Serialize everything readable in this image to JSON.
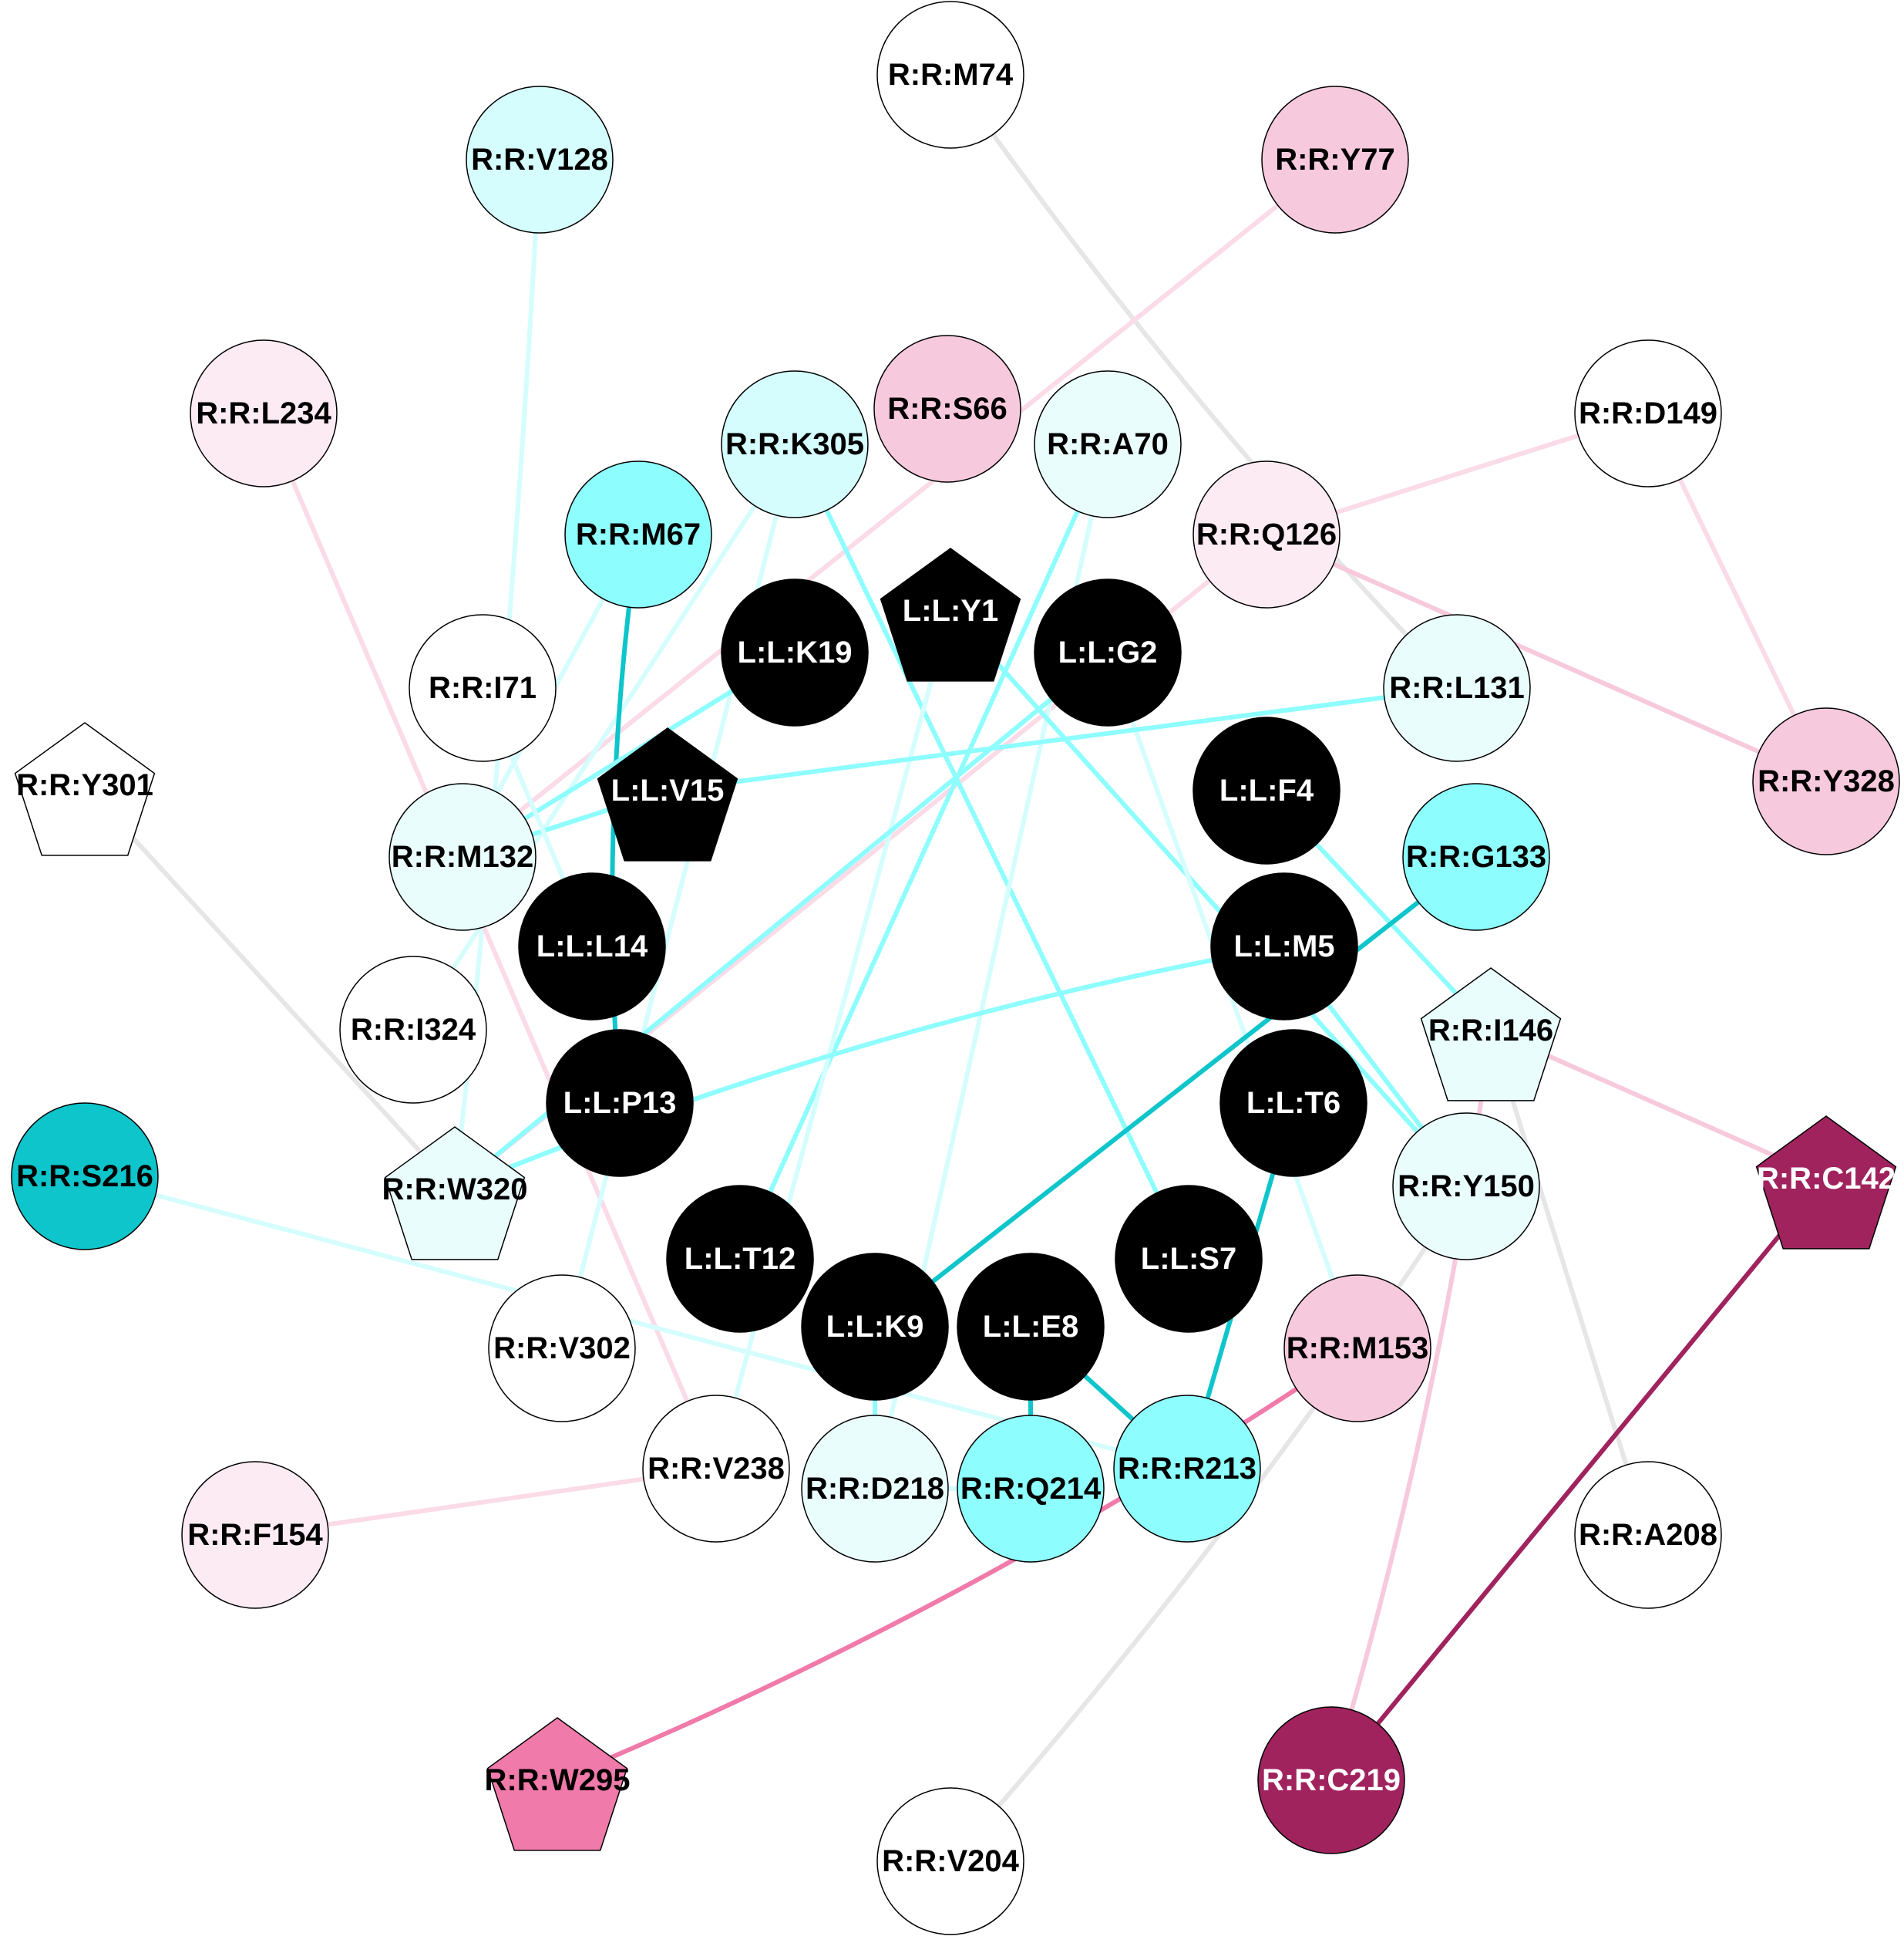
{
  "nodes": [
    {
      "id": "R:R:M74",
      "label": "R:R:M74",
      "shape": "circle",
      "fill": "#ffffff",
      "text": "#000000"
    },
    {
      "id": "R:R:Y77",
      "label": "R:R:Y77",
      "shape": "circle",
      "fill": "#f7c9dd",
      "text": "#000000"
    },
    {
      "id": "R:R:V128",
      "label": "R:R:V128",
      "shape": "circle",
      "fill": "#d5fdfd",
      "text": "#000000"
    },
    {
      "id": "R:R:L234",
      "label": "R:R:L234",
      "shape": "circle",
      "fill": "#fcebf2",
      "text": "#000000"
    },
    {
      "id": "R:R:D149",
      "label": "R:R:D149",
      "shape": "circle",
      "fill": "#ffffff",
      "text": "#000000"
    },
    {
      "id": "R:R:K305",
      "label": "R:R:K305",
      "shape": "circle",
      "fill": "#d5fdfd",
      "text": "#000000"
    },
    {
      "id": "R:R:S66",
      "label": "R:R:S66",
      "shape": "circle",
      "fill": "#f7c9dd",
      "text": "#000000"
    },
    {
      "id": "R:R:A70",
      "label": "R:R:A70",
      "shape": "circle",
      "fill": "#eafdfd",
      "text": "#000000"
    },
    {
      "id": "R:R:Q126",
      "label": "R:R:Q126",
      "shape": "circle",
      "fill": "#fcebf2",
      "text": "#000000"
    },
    {
      "id": "R:R:M67",
      "label": "R:R:M67",
      "shape": "circle",
      "fill": "#8efdfd",
      "text": "#000000"
    },
    {
      "id": "L:L:Y1",
      "label": "L:L:Y1",
      "shape": "pentagon",
      "fill": "#000000",
      "text": "#ffffff"
    },
    {
      "id": "L:L:K19",
      "label": "L:L:K19",
      "shape": "circle",
      "fill": "#000000",
      "text": "#ffffff"
    },
    {
      "id": "L:L:G2",
      "label": "L:L:G2",
      "shape": "circle",
      "fill": "#000000",
      "text": "#ffffff"
    },
    {
      "id": "R:R:I71",
      "label": "R:R:I71",
      "shape": "circle",
      "fill": "#ffffff",
      "text": "#000000"
    },
    {
      "id": "R:R:L131",
      "label": "R:R:L131",
      "shape": "circle",
      "fill": "#eafdfd",
      "text": "#000000"
    },
    {
      "id": "R:R:Y301",
      "label": "R:R:Y301",
      "shape": "pentagon",
      "fill": "#ffffff",
      "text": "#000000"
    },
    {
      "id": "L:L:V15",
      "label": "L:L:V15",
      "shape": "pentagon",
      "fill": "#000000",
      "text": "#ffffff"
    },
    {
      "id": "L:L:F4",
      "label": "L:L:F4",
      "shape": "circle",
      "fill": "#000000",
      "text": "#ffffff"
    },
    {
      "id": "R:R:Y328",
      "label": "R:R:Y328",
      "shape": "circle",
      "fill": "#f7c9dd",
      "text": "#000000"
    },
    {
      "id": "R:R:M132",
      "label": "R:R:M132",
      "shape": "circle",
      "fill": "#eafdfd",
      "text": "#000000"
    },
    {
      "id": "R:R:G133",
      "label": "R:R:G133",
      "shape": "circle",
      "fill": "#8efdfd",
      "text": "#000000"
    },
    {
      "id": "L:L:L14",
      "label": "L:L:L14",
      "shape": "circle",
      "fill": "#000000",
      "text": "#ffffff"
    },
    {
      "id": "L:L:M5",
      "label": "L:L:M5",
      "shape": "circle",
      "fill": "#000000",
      "text": "#ffffff"
    },
    {
      "id": "R:R:I324",
      "label": "R:R:I324",
      "shape": "circle",
      "fill": "#ffffff",
      "text": "#000000"
    },
    {
      "id": "R:R:I146",
      "label": "R:R:I146",
      "shape": "pentagon",
      "fill": "#eafdfd",
      "text": "#000000"
    },
    {
      "id": "L:L:P13",
      "label": "L:L:P13",
      "shape": "circle",
      "fill": "#000000",
      "text": "#ffffff"
    },
    {
      "id": "L:L:T6",
      "label": "L:L:T6",
      "shape": "circle",
      "fill": "#000000",
      "text": "#ffffff"
    },
    {
      "id": "R:R:S216",
      "label": "R:R:S216",
      "shape": "circle",
      "fill": "#0dc5cb",
      "text": "#000000"
    },
    {
      "id": "R:R:W320",
      "label": "R:R:W320",
      "shape": "pentagon",
      "fill": "#eafdfd",
      "text": "#000000"
    },
    {
      "id": "R:R:C142",
      "label": "R:R:C142",
      "shape": "pentagon",
      "fill": "#a0235e",
      "text": "#ffffff"
    },
    {
      "id": "R:R:Y150",
      "label": "R:R:Y150",
      "shape": "circle",
      "fill": "#eafdfd",
      "text": "#000000"
    },
    {
      "id": "L:L:T12",
      "label": "L:L:T12",
      "shape": "circle",
      "fill": "#000000",
      "text": "#ffffff"
    },
    {
      "id": "L:L:S7",
      "label": "L:L:S7",
      "shape": "circle",
      "fill": "#000000",
      "text": "#ffffff"
    },
    {
      "id": "L:L:K9",
      "label": "L:L:K9",
      "shape": "circle",
      "fill": "#000000",
      "text": "#ffffff"
    },
    {
      "id": "L:L:E8",
      "label": "L:L:E8",
      "shape": "circle",
      "fill": "#000000",
      "text": "#ffffff"
    },
    {
      "id": "R:R:V302",
      "label": "R:R:V302",
      "shape": "circle",
      "fill": "#ffffff",
      "text": "#000000"
    },
    {
      "id": "R:R:M153",
      "label": "R:R:M153",
      "shape": "circle",
      "fill": "#f7c9dd",
      "text": "#000000"
    },
    {
      "id": "R:R:V238",
      "label": "R:R:V238",
      "shape": "circle",
      "fill": "#ffffff",
      "text": "#000000"
    },
    {
      "id": "R:R:D218",
      "label": "R:R:D218",
      "shape": "circle",
      "fill": "#eafdfd",
      "text": "#000000"
    },
    {
      "id": "R:R:Q214",
      "label": "R:R:Q214",
      "shape": "circle",
      "fill": "#8efdfd",
      "text": "#000000"
    },
    {
      "id": "R:R:R213",
      "label": "R:R:R213",
      "shape": "circle",
      "fill": "#8efdfd",
      "text": "#000000"
    },
    {
      "id": "R:R:F154",
      "label": "R:R:F154",
      "shape": "circle",
      "fill": "#fcebf2",
      "text": "#000000"
    },
    {
      "id": "R:R:A208",
      "label": "R:R:A208",
      "shape": "circle",
      "fill": "#ffffff",
      "text": "#000000"
    },
    {
      "id": "R:R:W295",
      "label": "R:R:W295",
      "shape": "pentagon",
      "fill": "#f07aaa",
      "text": "#000000"
    },
    {
      "id": "R:R:C219",
      "label": "R:R:C219",
      "shape": "circle",
      "fill": "#a0235e",
      "text": "#ffffff"
    },
    {
      "id": "R:R:V204",
      "label": "R:R:V204",
      "shape": "circle",
      "fill": "#ffffff",
      "text": "#000000"
    }
  ],
  "edges": [
    {
      "from": "R:R:M74",
      "to": "R:R:L131",
      "color": "#e6e6e6"
    },
    {
      "from": "R:R:Y77",
      "to": "R:R:M132",
      "color": "#fadbe7"
    },
    {
      "from": "R:R:V128",
      "to": "R:R:W320",
      "color": "#d5fdfd"
    },
    {
      "from": "R:R:L234",
      "to": "R:R:V238",
      "color": "#fadbe7"
    },
    {
      "from": "R:R:D149",
      "to": "R:R:Q126",
      "color": "#fadbe7"
    },
    {
      "from": "R:R:D149",
      "to": "R:R:Y328",
      "color": "#fadbe7"
    },
    {
      "from": "R:R:Q126",
      "to": "R:R:Y328",
      "color": "#f7c9dd"
    },
    {
      "from": "R:R:Q126",
      "to": "R:R:W320",
      "color": "#fadbe7"
    },
    {
      "from": "R:R:K305",
      "to": "L:L:S7",
      "color": "#8efdfd"
    },
    {
      "from": "R:R:K305",
      "to": "R:R:I324",
      "color": "#d5fdfd"
    },
    {
      "from": "R:R:K305",
      "to": "R:R:V302",
      "color": "#d5fdfd"
    },
    {
      "from": "R:R:A70",
      "to": "L:L:T12",
      "color": "#8efdfd"
    },
    {
      "from": "R:R:A70",
      "to": "R:R:D218",
      "color": "#d5fdfd"
    },
    {
      "from": "R:R:M67",
      "to": "L:L:P13",
      "color": "#0dc5cb"
    },
    {
      "from": "R:R:M67",
      "to": "R:R:M132",
      "color": "#d5fdfd"
    },
    {
      "from": "L:L:Y1",
      "to": "R:R:Y150",
      "color": "#8efdfd"
    },
    {
      "from": "L:L:Y1",
      "to": "R:R:V238",
      "color": "#d5fdfd"
    },
    {
      "from": "L:L:K19",
      "to": "R:R:M132",
      "color": "#8efdfd"
    },
    {
      "from": "L:L:G2",
      "to": "R:R:W320",
      "color": "#8efdfd"
    },
    {
      "from": "L:L:G2",
      "to": "R:R:M153",
      "color": "#d5fdfd"
    },
    {
      "from": "L:L:V15",
      "to": "R:R:L131",
      "color": "#8efdfd"
    },
    {
      "from": "L:L:V15",
      "to": "R:R:M132",
      "color": "#8efdfd"
    },
    {
      "from": "L:L:F4",
      "to": "R:R:I146",
      "color": "#8efdfd"
    },
    {
      "from": "L:L:L14",
      "to": "R:R:I71",
      "color": "#d5fdfd"
    },
    {
      "from": "L:L:M5",
      "to": "R:R:W320",
      "color": "#8efdfd"
    },
    {
      "from": "L:L:M5",
      "to": "R:R:Y150",
      "color": "#8efdfd"
    },
    {
      "from": "R:R:G133",
      "to": "L:L:K9",
      "color": "#0dc5cb"
    },
    {
      "from": "L:L:T6",
      "to": "R:R:R213",
      "color": "#0dc5cb"
    },
    {
      "from": "L:L:E8",
      "to": "R:R:Q214",
      "color": "#0dc5cb"
    },
    {
      "from": "L:L:E8",
      "to": "R:R:R213",
      "color": "#0dc5cb"
    },
    {
      "from": "L:L:K9",
      "to": "R:R:D218",
      "color": "#8efdfd"
    },
    {
      "from": "R:R:Y301",
      "to": "R:R:W320",
      "color": "#e6e6e6"
    },
    {
      "from": "R:R:S216",
      "to": "R:R:R213",
      "color": "#d5fdfd"
    },
    {
      "from": "R:R:I146",
      "to": "R:R:C142",
      "color": "#f7c9dd"
    },
    {
      "from": "R:R:I146",
      "to": "R:R:C219",
      "color": "#f7c9dd"
    },
    {
      "from": "R:R:I146",
      "to": "R:R:A208",
      "color": "#e6e6e6"
    },
    {
      "from": "R:R:C142",
      "to": "R:R:C219",
      "color": "#a0235e"
    },
    {
      "from": "R:R:M153",
      "to": "R:R:W295",
      "color": "#f07aaa"
    },
    {
      "from": "R:R:Y150",
      "to": "R:R:V204",
      "color": "#e6e6e6"
    },
    {
      "from": "R:R:V238",
      "to": "R:R:F154",
      "color": "#fadbe7"
    },
    {
      "from": "R:R:D218",
      "to": "R:R:Q214",
      "color": "#d5fdfd"
    }
  ]
}
